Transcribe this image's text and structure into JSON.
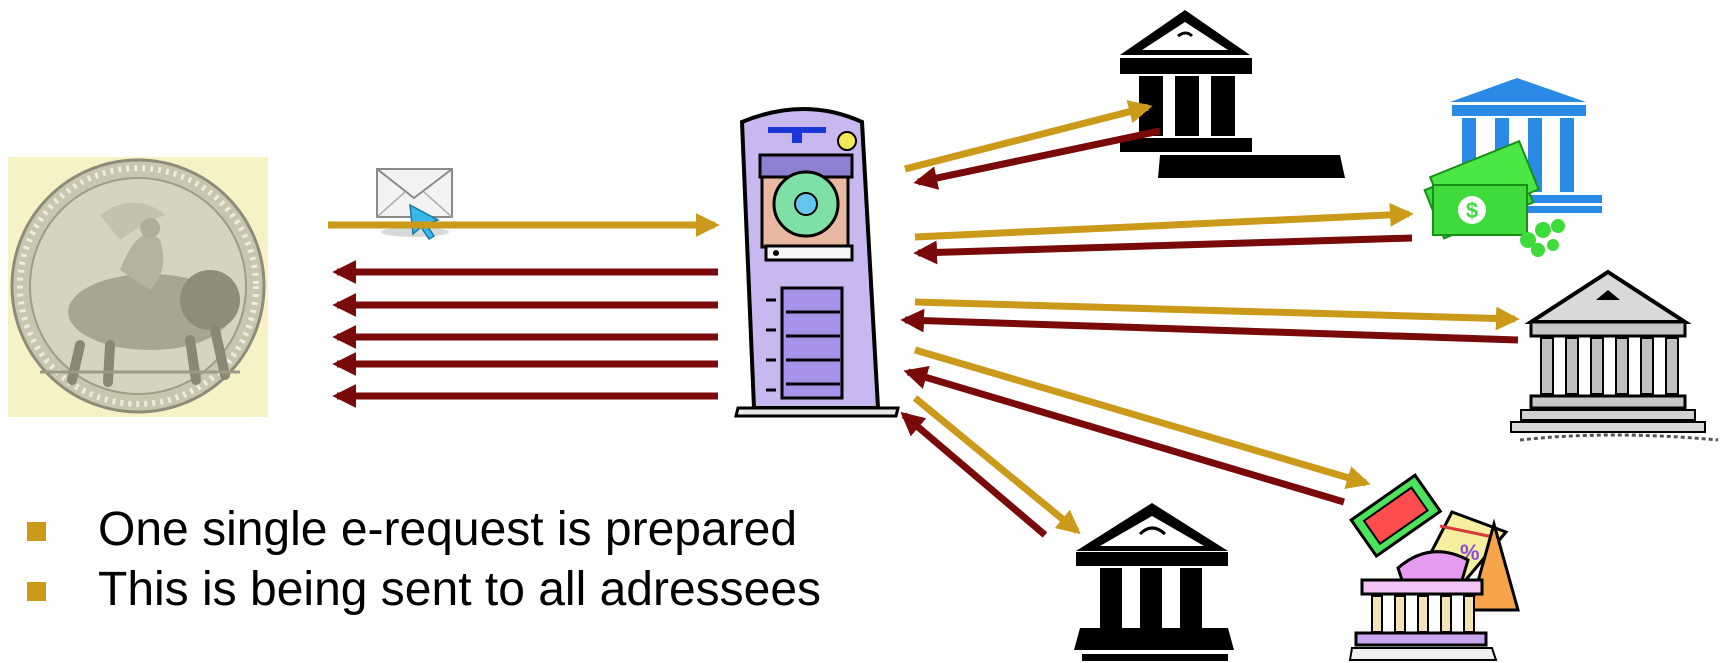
{
  "colors": {
    "request_arrow": "#CC9A1A",
    "response_arrow": "#7A0A0A",
    "bullet": "#CC9A1A",
    "text": "#000000"
  },
  "nodes": [
    {
      "id": "central-bank-seal",
      "icon": "seal-medallion-icon"
    },
    {
      "id": "email-request",
      "icon": "envelope-cursor-icon"
    },
    {
      "id": "central-server",
      "icon": "server-tower-icon"
    },
    {
      "id": "bank-1",
      "icon": "bank-building-icon"
    },
    {
      "id": "bank-2",
      "icon": "bank-money-icon"
    },
    {
      "id": "bank-3",
      "icon": "bank-building-icon"
    },
    {
      "id": "bank-4",
      "icon": "bank-building-icon"
    },
    {
      "id": "bank-5",
      "icon": "bank-money-icon"
    }
  ],
  "bullets": [
    {
      "text": "One single e-request is prepared"
    },
    {
      "text": "This is being sent to all adressees"
    }
  ]
}
